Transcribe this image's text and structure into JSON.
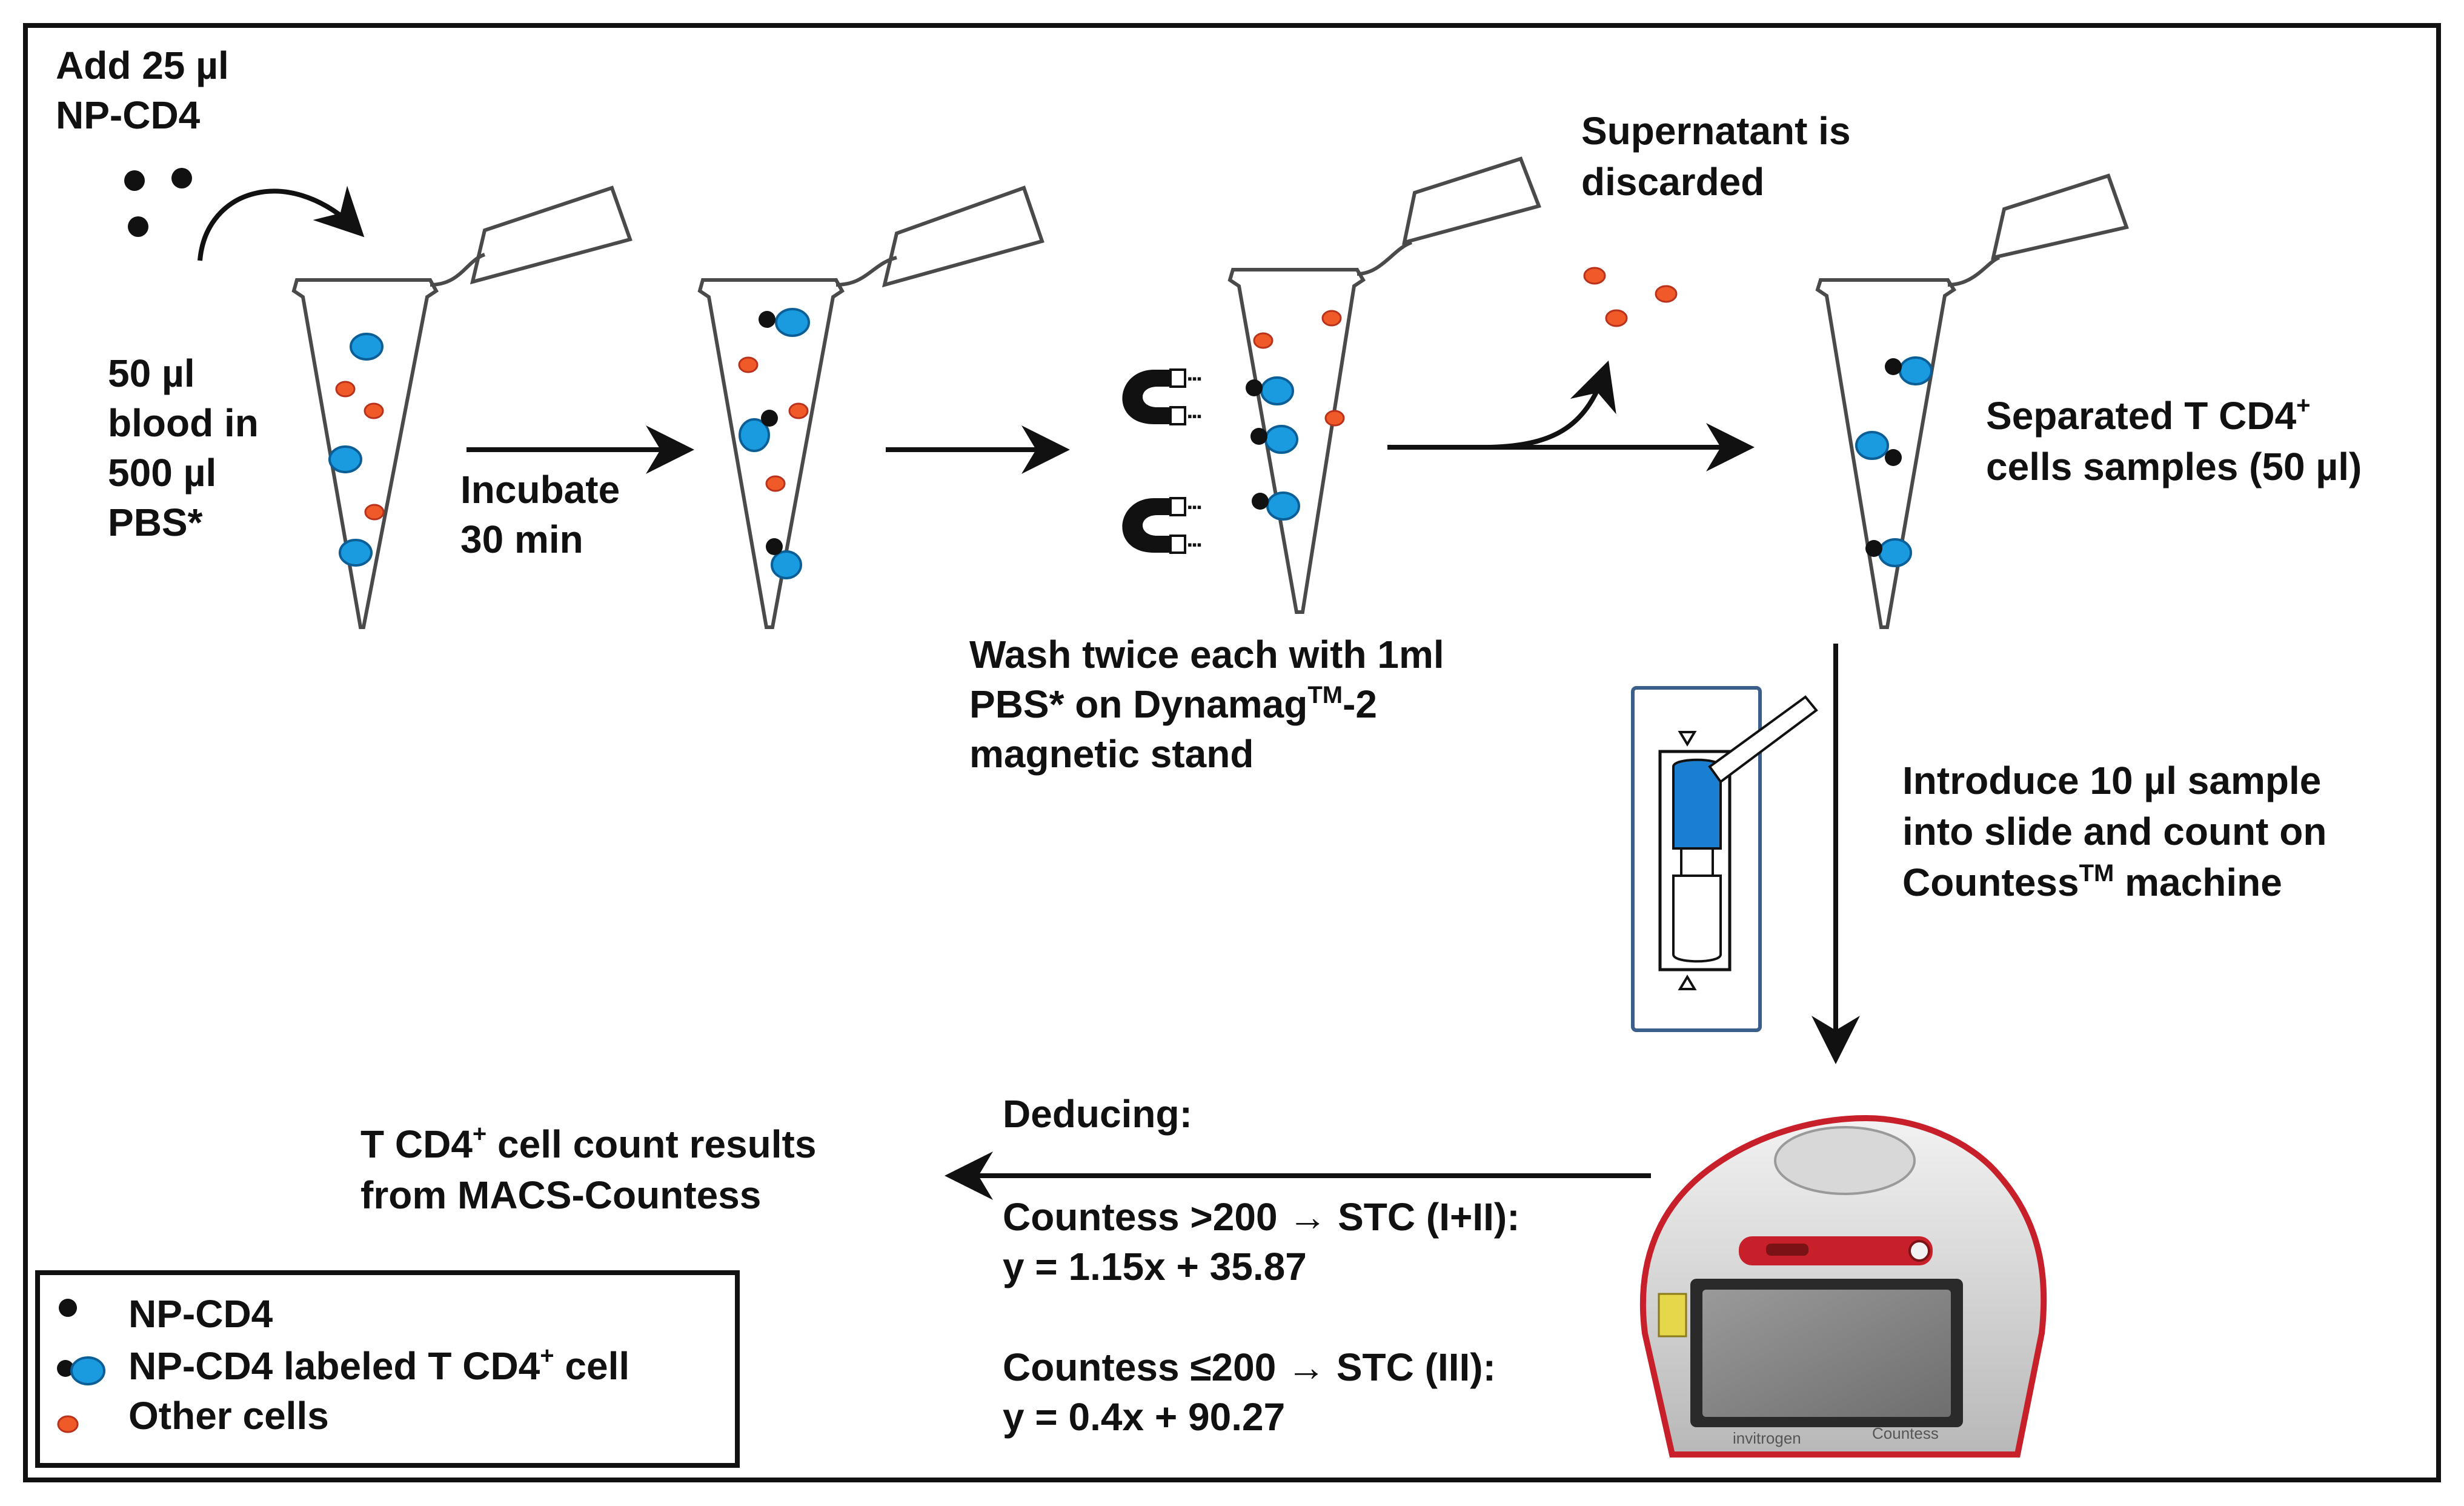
{
  "labels": {
    "add_np_line1": "Add 25 µl",
    "add_np_line2": "NP-CD4",
    "blood_line1": "50 µl",
    "blood_line2": "blood in",
    "blood_line3": "500 µl",
    "blood_line4": "PBS*",
    "incubate_line1": "Incubate",
    "incubate_line2": "30 min",
    "wash_line1": "Wash twice each with 1ml",
    "wash_line2_a": "PBS* on Dynamag",
    "wash_line2_sup": "TM",
    "wash_line2_b": "-2",
    "wash_line3": "magnetic stand",
    "supernatant_line1": "Supernatant  is",
    "supernatant_line2": "discarded",
    "separated_line1_a": "Separated  T CD4",
    "separated_line1_sup": "+",
    "separated_line2": "cells samples (50 µl)",
    "introduce_line1": "Introduce  10 µl sample",
    "introduce_line2": "into slide and count on",
    "introduce_line3_a": "Countess",
    "introduce_line3_sup": "TM",
    "introduce_line3_b": " machine",
    "deducing": "Deducing:",
    "rule1_condition": "Countess >200 → STC (I+II):",
    "rule1_equation": "y = 1.15x + 35.87",
    "rule2_condition": "Countess ≤200 → STC (III):",
    "rule2_equation": "y = 0.4x + 90.27",
    "result_line1_a": "T CD4",
    "result_line1_sup": "+",
    "result_line1_b": " cell  count results",
    "result_line2": "from MACS-Countess",
    "device_brand": "invitrogen",
    "device_name": "Countess"
  },
  "legend": {
    "np": "NP-CD4",
    "labeled_a": "NP-CD4 labeled  T CD4",
    "labeled_sup": "+",
    "labeled_b": " cell",
    "other": "Other cells"
  },
  "colors": {
    "labeled_cell": "#1a9be0",
    "other_cell": "#f05a28",
    "nanoparticle": "#111111",
    "device_red": "#c8202a",
    "slide_frame": "#3a5f8a"
  }
}
